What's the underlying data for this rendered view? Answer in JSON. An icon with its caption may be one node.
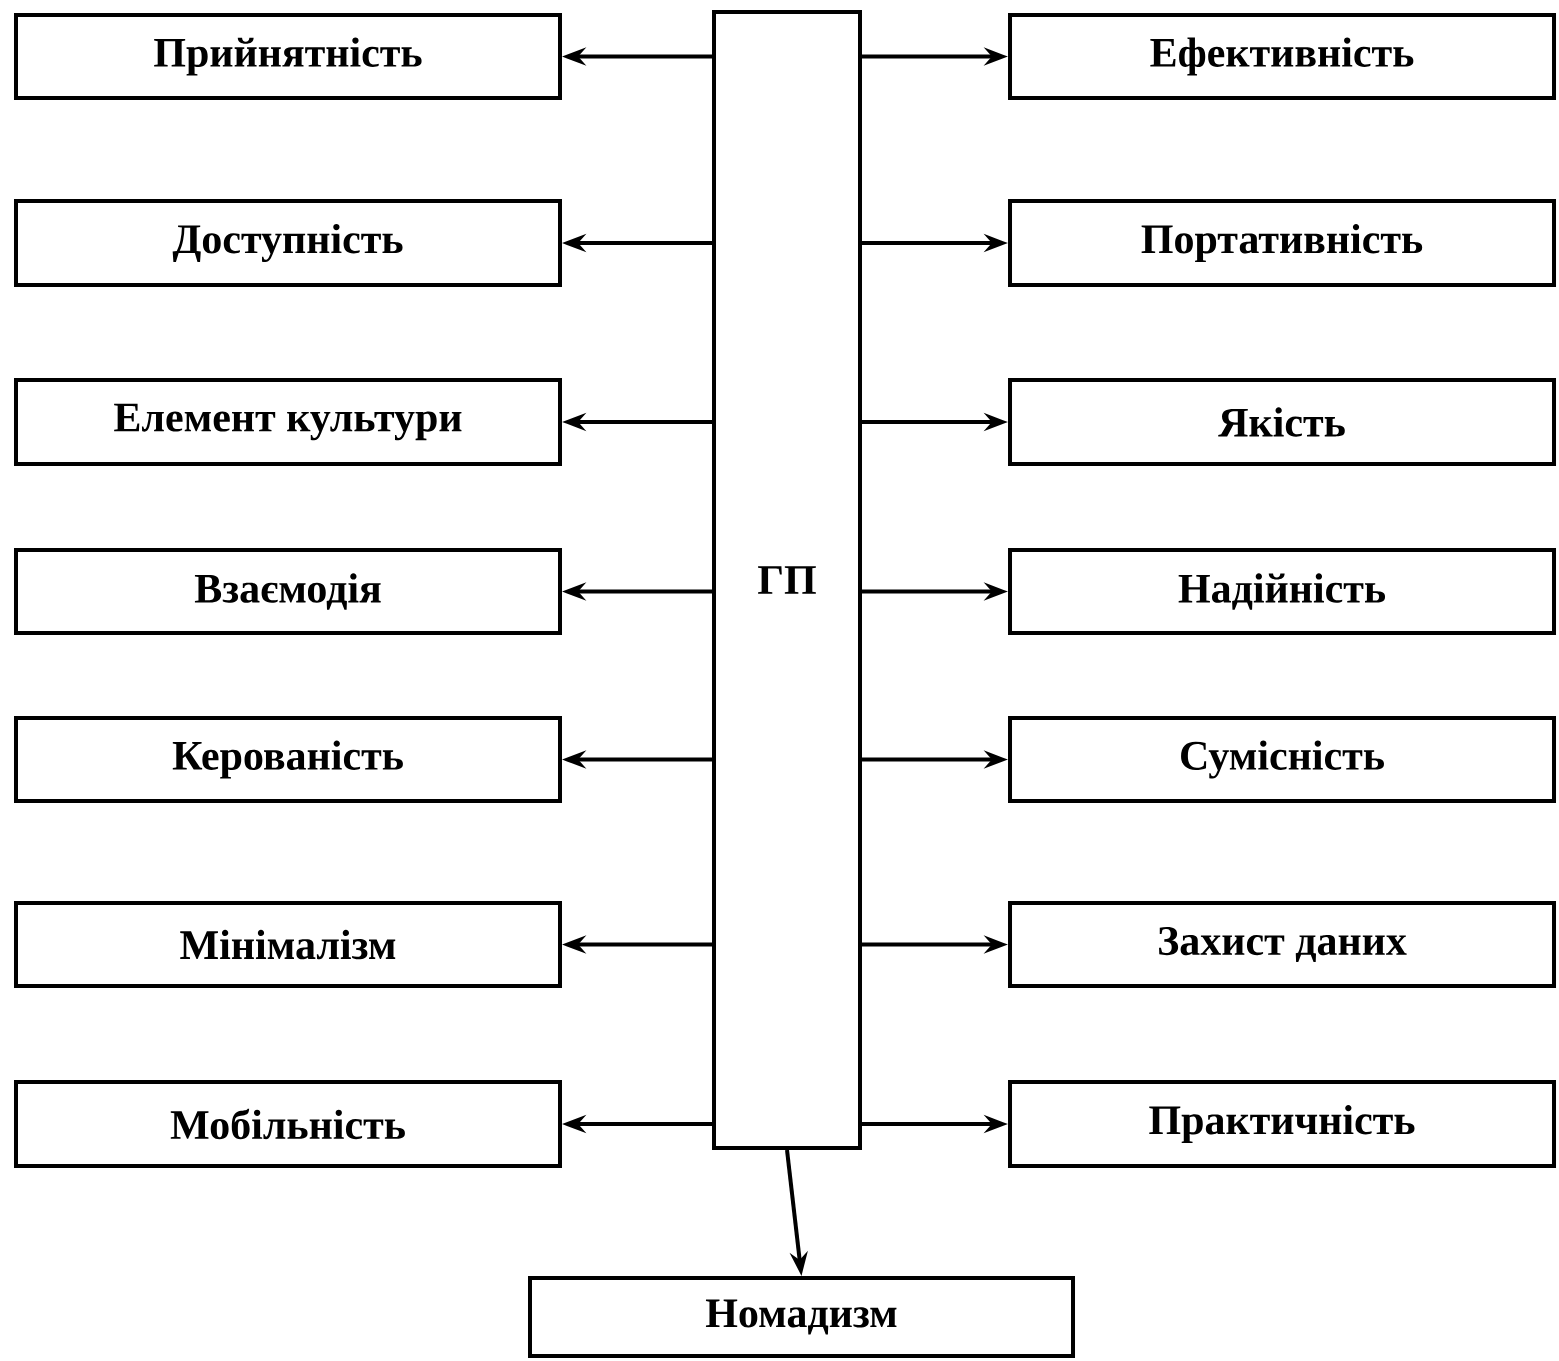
{
  "diagram": {
    "nodes": [
      {
        "text": [
          "Прийнятність"
        ]
      },
      {
        "text": [
          "Доступність"
        ]
      },
      {
        "text": [
          "Елемент культури"
        ]
      },
      {
        "text": [
          "Взаємодія"
        ]
      },
      {
        "text": [
          "Керованість"
        ]
      },
      {
        "text": [
          "Мінімалізм"
        ]
      },
      {
        "text": [
          "Мобільність"
        ]
      },
      {
        "text": [
          "ГП"
        ]
      },
      {
        "text": [
          "Ефективність"
        ]
      },
      {
        "text": [
          "Портативність"
        ]
      },
      {
        "text": [
          "Якість"
        ]
      },
      {
        "text": [
          "Надійність"
        ]
      },
      {
        "text": [
          "Сумісність"
        ]
      },
      {
        "text": [
          "Захист даних"
        ]
      },
      {
        "text": [
          "Практичність"
        ]
      },
      {
        "text": [
          "Номадизм"
        ]
      }
    ],
    "edges": [
      {
        "from": 7,
        "to": 0,
        "arrow": "to"
      },
      {
        "from": 7,
        "to": 1,
        "arrow": "to"
      },
      {
        "from": 7,
        "to": 2,
        "arrow": "to"
      },
      {
        "from": 7,
        "to": 3,
        "arrow": "to"
      },
      {
        "from": 7,
        "to": 4,
        "arrow": "to"
      },
      {
        "from": 7,
        "to": 5,
        "arrow": "to"
      },
      {
        "from": 7,
        "to": 6,
        "arrow": "to"
      },
      {
        "from": 7,
        "to": 8,
        "arrow": "to"
      },
      {
        "from": 7,
        "to": 9,
        "arrow": "to"
      },
      {
        "from": 7,
        "to": 10,
        "arrow": "to"
      },
      {
        "from": 7,
        "to": 11,
        "arrow": "to"
      },
      {
        "from": 7,
        "to": 12,
        "arrow": "to"
      },
      {
        "from": 7,
        "to": 13,
        "arrow": "to"
      },
      {
        "from": 7,
        "to": 14,
        "arrow": "to"
      },
      {
        "from": 7,
        "to": 15,
        "arrow": "to"
      }
    ]
  }
}
